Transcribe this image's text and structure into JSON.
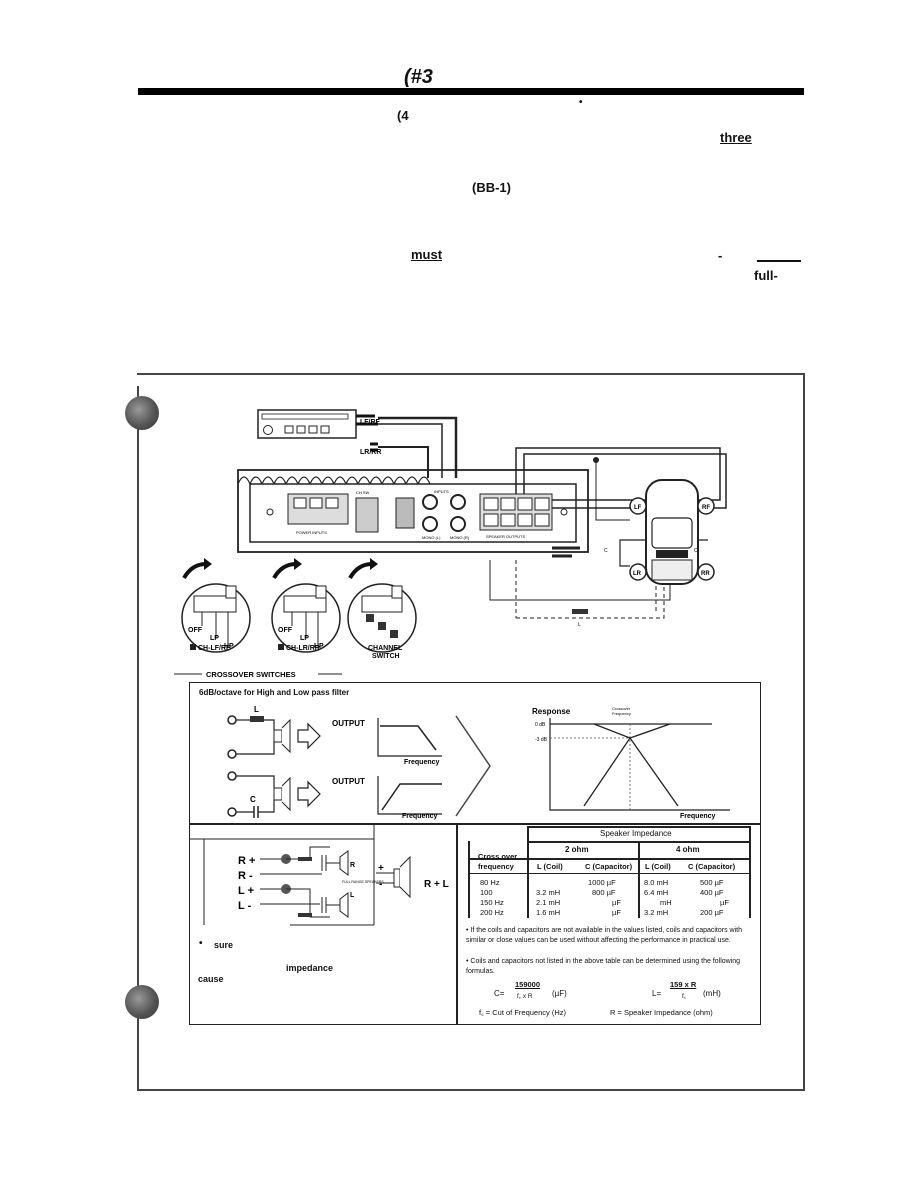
{
  "header": {
    "title_fragment": "(#3",
    "dot": "•",
    "frag_4": "(4",
    "frag_three": "three",
    "frag_bb1": "(BB-1)",
    "frag_must": "must",
    "frag_dash": "-",
    "frag_full": "full-"
  },
  "diagram": {
    "head_unit": {
      "lf_rf": "LF/RF",
      "lr_rr": "LR/RR"
    },
    "amp": {
      "power_inputs": "POWER INPUTS",
      "inputs": "INPUTS",
      "speaker_outputs": "SPEAKER OUTPUTS",
      "mono_l": "MONO (L)",
      "mono_r": "MONO (R)",
      "ch_switch": "CH SW"
    },
    "speakers": {
      "lf": "LF",
      "rf": "RF",
      "lr": "LR",
      "rr": "RR",
      "c1": "C",
      "c2": "C",
      "l": "L"
    },
    "switches": [
      {
        "off": "OFF",
        "lp": "LP",
        "hp": "HP",
        "caption": "CH-LF/RF"
      },
      {
        "off": "OFF",
        "lp": "LP",
        "hp": "HP",
        "caption": "CH-LR/RR"
      },
      {
        "caption_line1": "CHANNEL",
        "caption_line2": "SWITCH"
      }
    ],
    "crossover_title": "CROSSOVER SWITCHES"
  },
  "filter_panel": {
    "title": "6dB/octave for High and Low pass filter",
    "coil": "L",
    "cap": "C",
    "output1": "OUTPUT",
    "output2": "OUTPUT",
    "freq1": "Frequency",
    "freq2": "Frequency",
    "response": "Response",
    "zero_db": "0 dB",
    "minus3_db": "-3 dB",
    "crossover_freq_1": "Crossover",
    "crossover_freq_2": "Frequency",
    "freq3": "Frequency"
  },
  "wiring_panel": {
    "terminals": [
      "R +",
      "R -",
      "L +",
      "L -"
    ],
    "r": "R",
    "l": "L",
    "full_range": "FULL RANGE SPEAKERS",
    "rl": "R + L",
    "plus": "+",
    "minus": "-",
    "note_bullet": "•",
    "note_sure": "sure",
    "note_impedance": "impedance",
    "note_cause": "cause"
  },
  "impedance_table": {
    "title": "Speaker Impedance",
    "col_2ohm": "2 ohm",
    "col_4ohm": "4 ohm",
    "row_header_1": "Cross over",
    "row_header_2": "frequency",
    "sub_headers": [
      "L (Coil)",
      "C (Capacitor)",
      "L (Coil)",
      "C (Capacitor)"
    ],
    "rows": [
      [
        "80 Hz",
        "",
        "1000 µF",
        "8.0 mH",
        "500 µF"
      ],
      [
        "100",
        "3.2 mH",
        "800 µF",
        "6.4 mH",
        "400 µF"
      ],
      [
        "150 Hz",
        "2.1 mH",
        "µF",
        "mH",
        "µF"
      ],
      [
        "200 Hz",
        "1.6 mH",
        "µF",
        "3.2 mH",
        "200 µF"
      ]
    ],
    "note1": "• If the coils and capacitors are not available in the values listed, coils and capacitors with similar or close values can be used without affecting the performance in practical use.",
    "note2": "• Coils and capacitors not listed in the above table can be determined using the following formulas.",
    "formula_c_lhs": "C=",
    "formula_c_num": "159000",
    "formula_c_den": "f꜀ x R",
    "formula_c_unit": "(µF)",
    "formula_l_lhs": "L=",
    "formula_l_num": "159 x R",
    "formula_l_den": "f꜀",
    "formula_l_unit": "(mH)",
    "legend_fc": "f꜀ = Cut of Frequency (Hz)",
    "legend_r": "R = Speaker Impedance (ohm)"
  }
}
